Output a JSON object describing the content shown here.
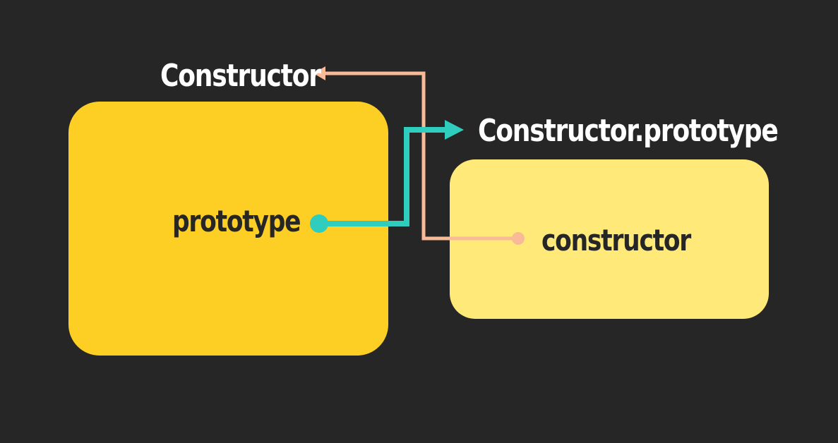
{
  "diagram": {
    "constructor_label": "Constructor",
    "constructor_prototype_label": "Constructor.prototype",
    "prototype_property_label": "prototype",
    "constructor_property_label": "constructor"
  },
  "colors": {
    "background": "#262626",
    "constructor_box": "#FDCF25",
    "prototype_box": "#FFE978",
    "prototype_link": "#2ECDBE",
    "constructor_link": "#F9BA98",
    "heading_text": "#FFFFFF",
    "property_text": "#262626"
  }
}
